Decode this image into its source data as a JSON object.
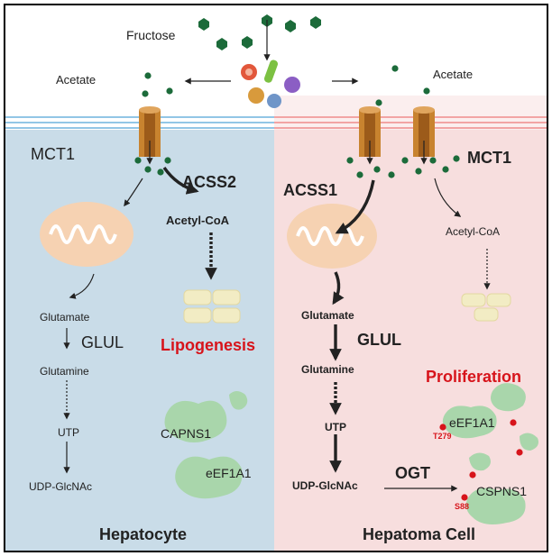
{
  "top": {
    "fructose": "Fructose",
    "acetate_left": "Acetate",
    "acetate_right": "Acetate"
  },
  "left_panel": {
    "transporter": "MCT1",
    "enzyme": "ACSS2",
    "acetyl_coa": "Acetyl-CoA",
    "outcome": "Lipogenesis",
    "glutamate": "Glutamate",
    "glul": "GLUL",
    "glutamine": "Glutamine",
    "utp": "UTP",
    "udp_glcnac": "UDP-GlcNAc",
    "protein_1": "CAPNS1",
    "protein_2": "eEF1A1",
    "cell_label": "Hepatocyte"
  },
  "right_panel": {
    "transporter": "MCT1",
    "enzyme": "ACSS1",
    "acetyl_coa": "Acetyl-CoA",
    "glutamate": "Glutamate",
    "glul": "GLUL",
    "glutamine": "Glutamine",
    "utp": "UTP",
    "udp_glcnac": "UDP-GlcNAc",
    "ogt": "OGT",
    "outcome": "Proliferation",
    "protein_1": "eEF1A1",
    "site_1": "T279",
    "protein_2": "CSPNS1",
    "site_2": "S88",
    "cell_label": "Hepatoma Cell"
  },
  "colors": {
    "left_bg": "#c9dce8",
    "right_bg": "#f7dede",
    "dot_green": "#1c6b3a",
    "channel": "#c8832f",
    "mito": "#f6d2b2",
    "lipid": "#f2ecc4",
    "protein": "#a9d6ab",
    "accent_red": "#d7141b"
  }
}
